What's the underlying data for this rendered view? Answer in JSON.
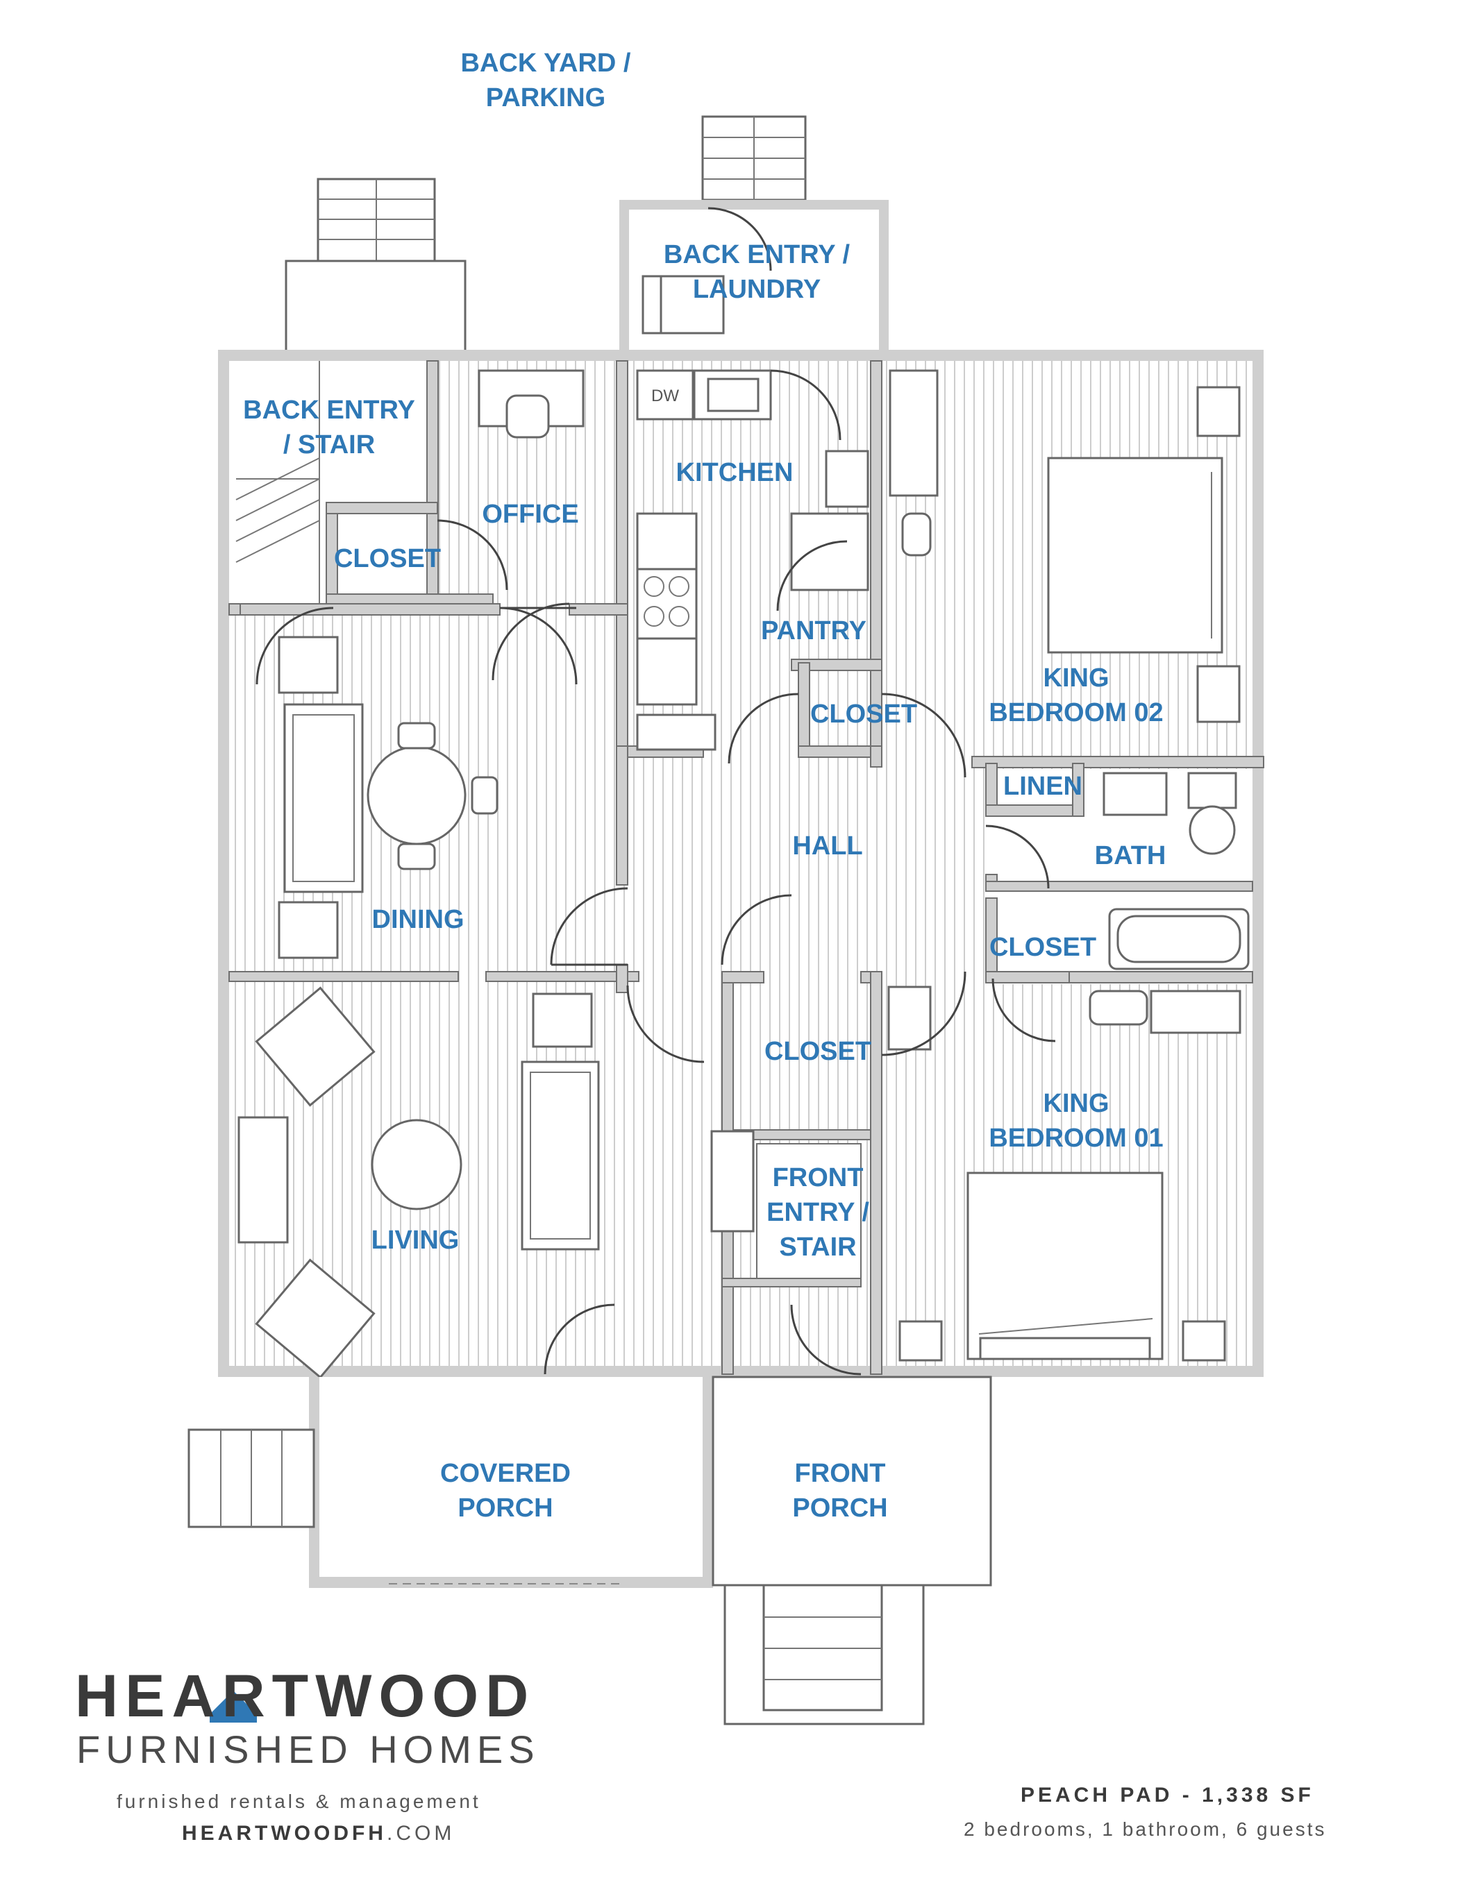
{
  "rooms": {
    "back_yard": [
      "BACK YARD /",
      "PARKING"
    ],
    "back_entry_laundry": [
      "BACK ENTRY /",
      "LAUNDRY"
    ],
    "back_entry_stair": [
      "BACK ENTRY",
      "/ STAIR"
    ],
    "office": [
      "OFFICE"
    ],
    "closet_office": [
      "CLOSET"
    ],
    "kitchen": [
      "KITCHEN"
    ],
    "dw": "DW",
    "pantry": [
      "PANTRY"
    ],
    "closet_hall_top": [
      "CLOSET"
    ],
    "king_bedroom_02": [
      "KING",
      "BEDROOM 02"
    ],
    "linen": [
      "LINEN"
    ],
    "bath": [
      "BATH"
    ],
    "hall": [
      "HALL"
    ],
    "dining": [
      "DINING"
    ],
    "closet_bath": [
      "CLOSET"
    ],
    "closet_front": [
      "CLOSET"
    ],
    "king_bedroom_01": [
      "KING",
      "BEDROOM 01"
    ],
    "living": [
      "LIVING"
    ],
    "front_entry_stair": [
      "FRONT",
      "ENTRY /",
      "STAIR"
    ],
    "covered_porch": [
      "COVERED",
      "PORCH"
    ],
    "front_porch": [
      "FRONT",
      "PORCH"
    ]
  },
  "brand": {
    "title": "HEARTWOOD",
    "subtitle": "FURNISHED HOMES",
    "tagline": "furnished rentals & management",
    "url_bold": "HEARTWOOD",
    "url_bold2": "FH",
    "url_rest": ".COM"
  },
  "property": {
    "name": "PEACH PAD - 1,338 SF",
    "details": "2 bedrooms, 1 bathroom, 6 guests"
  },
  "colors": {
    "label": "#2f78b5",
    "wall": "#6f6f6f",
    "brand_dark": "#3a3a3a"
  }
}
